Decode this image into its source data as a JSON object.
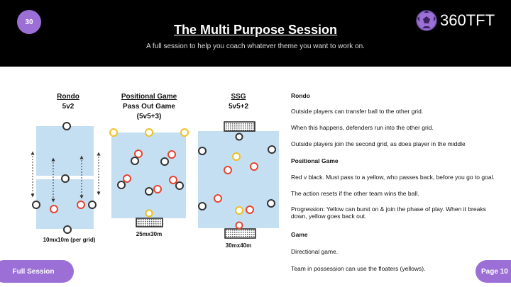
{
  "header": {
    "page_number": "30",
    "title": "The Multi Purpose Session",
    "subtitle": "A full session to help you coach whatever theme you want to work on.",
    "logo_text": "360TFT"
  },
  "diagrams": {
    "rondo": {
      "title": "Rondo",
      "format": "5v2",
      "size": "10mx10m (per grid)"
    },
    "positional": {
      "title": "Positional Game",
      "subtitle": "Pass Out Game",
      "format": "(5v5+3)",
      "size": "25mx30m"
    },
    "ssg": {
      "title": "SSG",
      "format": "5v5+2",
      "size": "30mx40m"
    }
  },
  "colors": {
    "pitch": "#c5dff2",
    "team_black": "#333333",
    "team_red": "#e8432e",
    "floater": "#f0c020",
    "accent": "#9b6fd6"
  },
  "notes": [
    {
      "text": "Rondo",
      "bold": true
    },
    {
      "text": "Outside players can transfer ball to the other grid."
    },
    {
      "text": "When this happens, defenders run into the other grid."
    },
    {
      "text": "Outside players join the second grid, as does player in the middle"
    },
    {
      "text": "Positional Game",
      "bold": true
    },
    {
      "text": "Red v black. Must pass to a yellow, who passes back, before you go to goal."
    },
    {
      "text": "The action resets if the other team wins the ball."
    },
    {
      "text": "Progression: Yellow can burst on & join the phase of play. When it breaks down, yellow goes back out."
    },
    {
      "text": "Game",
      "bold": true
    },
    {
      "text": "Directional game."
    },
    {
      "text": "Team in possession can use the floaters (yellows)."
    }
  ],
  "footer": {
    "left_button": "Full Session",
    "right_button": "Page 10"
  }
}
